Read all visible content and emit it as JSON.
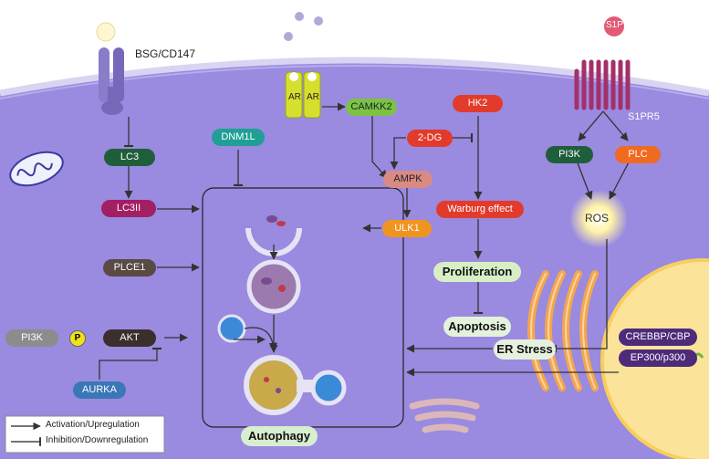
{
  "labels": {
    "bsg": "BSG/CD147",
    "s1p": "S1P",
    "s1pr5": "S1PR5",
    "ar1": "AR",
    "ar2": "AR",
    "p": "P",
    "ros": "ROS"
  },
  "nodes": {
    "lc3": "LC3",
    "lc3ii": "LC3II",
    "dnm1l": "DNM1L",
    "camkk2": "CAMKK2",
    "hk2": "HK2",
    "dg2": "2-DG",
    "ampk": "AMPK",
    "ulk1": "ULK1",
    "warburg": "Warburg effect",
    "pi3k_right": "PI3K",
    "plc": "PLC",
    "plce1": "PLCE1",
    "pi3k_left": "PI3K",
    "akt": "AKT",
    "aurka": "AURKA",
    "crebbp": "CREBBP/CBP",
    "ep300": "EP300/p300"
  },
  "outcomes": {
    "proliferation": "Proliferation",
    "apoptosis": "Apoptosis",
    "er_stress": "ER Stress",
    "autophagy": "Autophagy"
  },
  "legend": {
    "activation": "Activation/Upregulation",
    "inhibition": "Inhibition/Downregulation"
  },
  "colors": {
    "cytoplasm": "#9a8ae0",
    "membrane": "#d9d4f2",
    "dark_green": "#1f5e3a",
    "magenta": "#a21f63",
    "teal": "#1f9f95",
    "light_green": "#7ec242",
    "red": "#e23b2b",
    "orange": "#f09420",
    "brown": "#5a4a44",
    "grey": "#8c8c8c",
    "blue": "#3a77b7",
    "purple": "#4e2a7a",
    "nucleus": "#fbe39a"
  }
}
